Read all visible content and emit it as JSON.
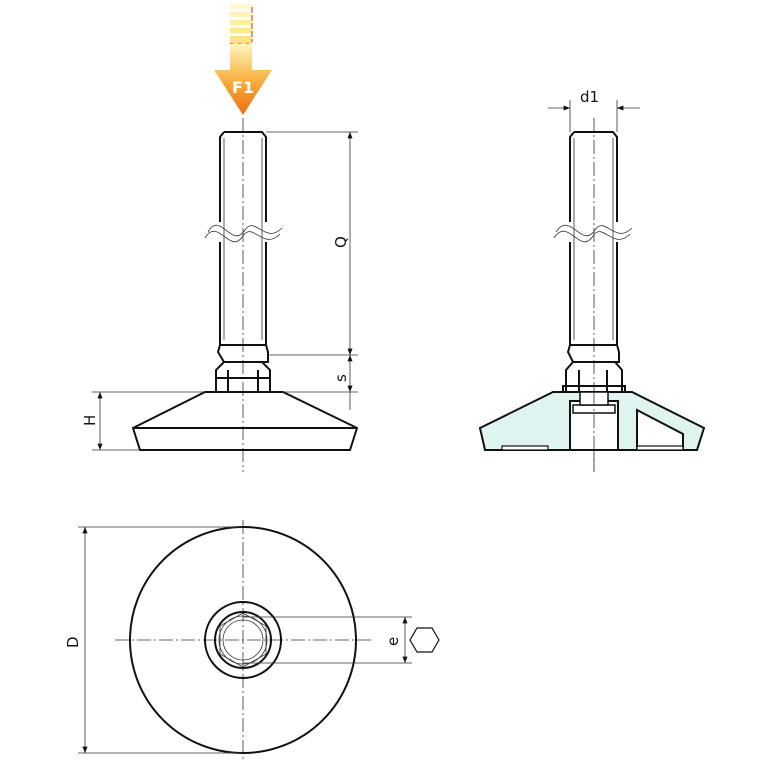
{
  "labels": {
    "force": "F1",
    "Q": "Q",
    "s": "s",
    "H": "H",
    "d1": "d1",
    "D": "D",
    "e": "e"
  },
  "colors": {
    "arrow_top": "#fff3b0",
    "arrow_bottom": "#f07a1a",
    "section_fill": "#dff3f1"
  },
  "icons": [
    "force-arrow-icon",
    "hexagon-icon"
  ]
}
